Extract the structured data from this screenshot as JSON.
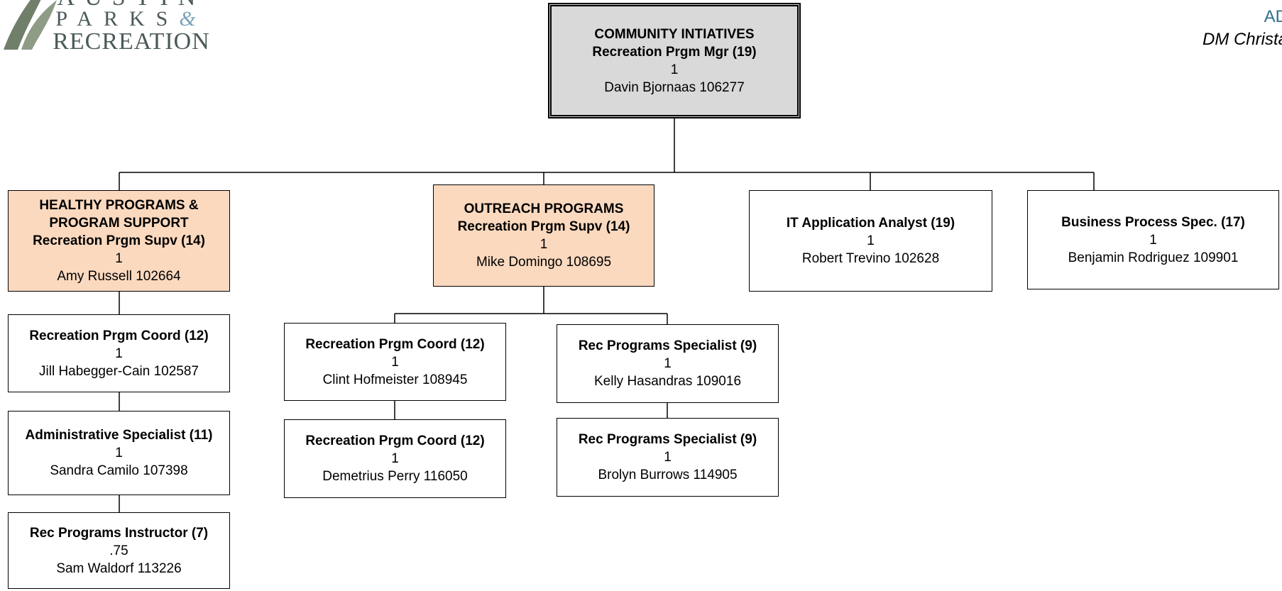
{
  "logo": {
    "line1": "AUSTIN",
    "line2": "PARKS",
    "amp": "&",
    "line3": "RECREATION"
  },
  "header": {
    "code": "AD",
    "dm": "DM Christa"
  },
  "org": {
    "top": {
      "title": "COMMUNITY INTIATIVES",
      "subtitle": "Recreation Prgm Mgr (19)",
      "count": "1",
      "person": "Davin Bjornaas  106277"
    },
    "healthy": {
      "title": "HEALTHY PROGRAMS & PROGRAM SUPPORT",
      "subtitle": "Recreation Prgm Supv (14)",
      "count": "1",
      "person": "Amy Russell 102664"
    },
    "outreach": {
      "title": "OUTREACH PROGRAMS",
      "subtitle": "Recreation Prgm Supv (14)",
      "count": "1",
      "person": "Mike Domingo 108695"
    },
    "it": {
      "title": "IT Application Analyst (19)",
      "count": "1",
      "person": "Robert Trevino 102628"
    },
    "bps": {
      "title": "Business Process Spec. (17)",
      "count": "1",
      "person": "Benjamin Rodriguez 109901"
    },
    "h1": {
      "title": "Recreation Prgm Coord (12)",
      "count": "1",
      "person": "Jill Habegger-Cain 102587"
    },
    "h2": {
      "title": "Administrative Specialist (11)",
      "count": "1",
      "person": "Sandra Camilo 107398"
    },
    "h3": {
      "title": "Rec Programs Instructor (7)",
      "count": ".75",
      "person": "Sam Waldorf 113226"
    },
    "o1": {
      "title": "Recreation Prgm Coord (12)",
      "count": "1",
      "person": "Clint Hofmeister 108945"
    },
    "o2": {
      "title": "Recreation Prgm Coord (12)",
      "count": "1",
      "person": "Demetrius Perry  116050"
    },
    "o3": {
      "title": "Rec Programs Specialist (9)",
      "count": "1",
      "person": "Kelly Hasandras 109016"
    },
    "o4": {
      "title": "Rec Programs Specialist (9)",
      "count": "1",
      "person": "Brolyn Burrows 114905"
    }
  }
}
